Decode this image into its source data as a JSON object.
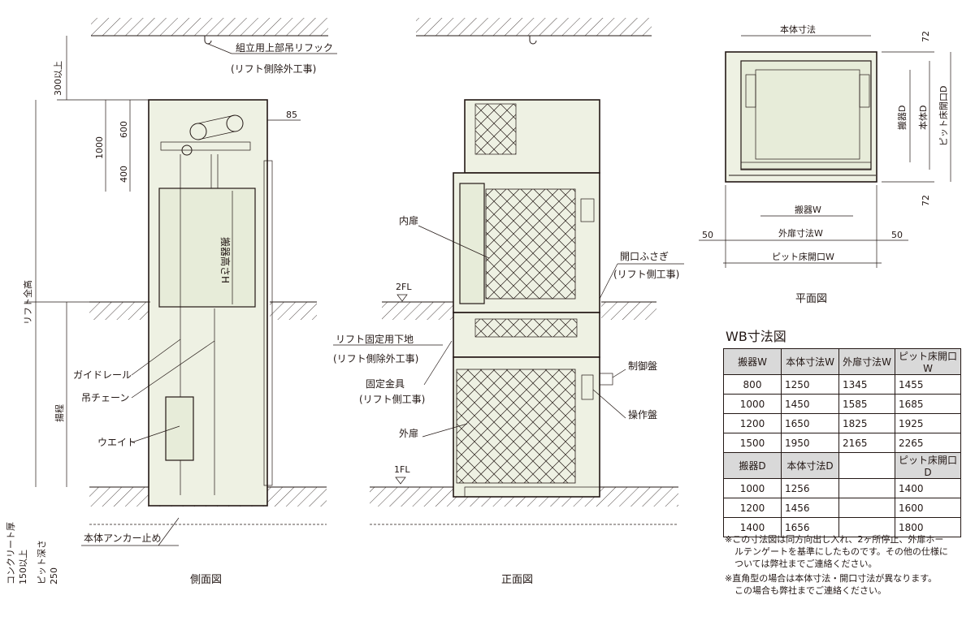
{
  "side_view": {
    "caption": "側面図",
    "labels": {
      "hook": "組立用上部吊リフック",
      "hook_note": "(リフト側除外工事)",
      "dim_300": "300以上",
      "dim_85": "85",
      "dim_1000": "1000",
      "dim_600": "600",
      "dim_400": "400",
      "cargo_h": "搬器高さH",
      "lift_total": "リフト全高",
      "lift_stroke": "揚程",
      "guide_rail": "ガイドレール",
      "chain": "吊チェーン",
      "weight": "ウエイト",
      "anchor": "本体アンカー止め",
      "concrete": "コンクリート厚",
      "concrete_val": "150以上",
      "pit_depth": "ピット深さ",
      "pit_val": "250"
    }
  },
  "front_view": {
    "caption": "正面図",
    "labels": {
      "inner_door": "内扉",
      "opening_cover": "開口ふさぎ",
      "opening_note": "(リフト側工事)",
      "floor2": "2FL",
      "floor1": "1FL",
      "base": "リフト固定用下地",
      "base_note": "(リフト側除外工事)",
      "bracket": "固定金具",
      "bracket_note": "(リフト側工事)",
      "control_panel": "制御盤",
      "operation_panel": "操作盤",
      "outer_door": "外扉"
    }
  },
  "plan_view": {
    "caption": "平面図",
    "labels": {
      "body_w": "本体寸法",
      "dim_72_top": "72",
      "dim_72_bottom": "72",
      "cargo_d": "搬器D",
      "body_d": "本体D",
      "pit_d": "ピット床開口D",
      "cargo_w": "搬器W",
      "outer_door_w": "外扉寸法W",
      "dim_50_left": "50",
      "dim_50_right": "50",
      "pit_w": "ピット床開口W"
    }
  },
  "wb_table": {
    "title": "WB寸法図",
    "header_w": [
      "搬器W",
      "本体寸法W",
      "外扉寸法W",
      "ピット床開口W"
    ],
    "rows_w": [
      [
        "800",
        "1250",
        "1345",
        "1455"
      ],
      [
        "1000",
        "1450",
        "1585",
        "1685"
      ],
      [
        "1200",
        "1650",
        "1825",
        "1925"
      ],
      [
        "1500",
        "1950",
        "2165",
        "2265"
      ]
    ],
    "header_d": [
      "搬器D",
      "本体寸法D",
      "",
      "ピット床開口D"
    ],
    "rows_d": [
      [
        "1000",
        "1256",
        "",
        "1400"
      ],
      [
        "1200",
        "1456",
        "",
        "1600"
      ],
      [
        "1400",
        "1656",
        "",
        "1800"
      ]
    ]
  },
  "notes": [
    "※この寸法図は同方向出し入れ、2ヶ所停止、外扉ホー",
    "ルテンゲートを基準にしたものです。その他の仕様に",
    "ついては弊社までご連絡ください。",
    "※直角型の場合は本体寸法・開口寸法が異なります。",
    "この場合も弊社までご連絡ください。"
  ]
}
